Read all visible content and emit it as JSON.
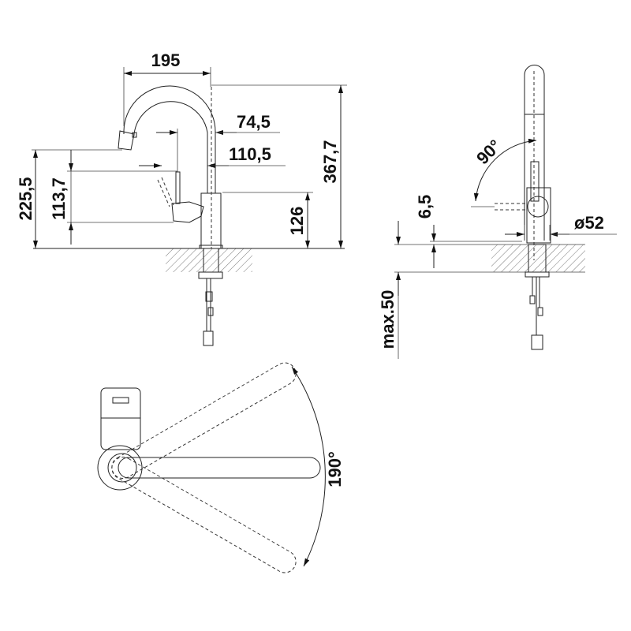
{
  "title": "Kitchen faucet dimension drawing",
  "front_view": {
    "width_spout": "195",
    "height_total": "367,7",
    "lever_offset": "74,5",
    "lever_reach": "110,5",
    "spout_outlet_height": "225,5",
    "lever_height": "113,7",
    "body_height": "126"
  },
  "side_view": {
    "lever_angle": "90°",
    "base_diameter": "ø52",
    "base_thickness": "6,5",
    "max_counter_thickness": "max.50"
  },
  "top_view": {
    "swivel_angle": "190°"
  },
  "colors": {
    "line": "#222222",
    "background": "#ffffff"
  }
}
